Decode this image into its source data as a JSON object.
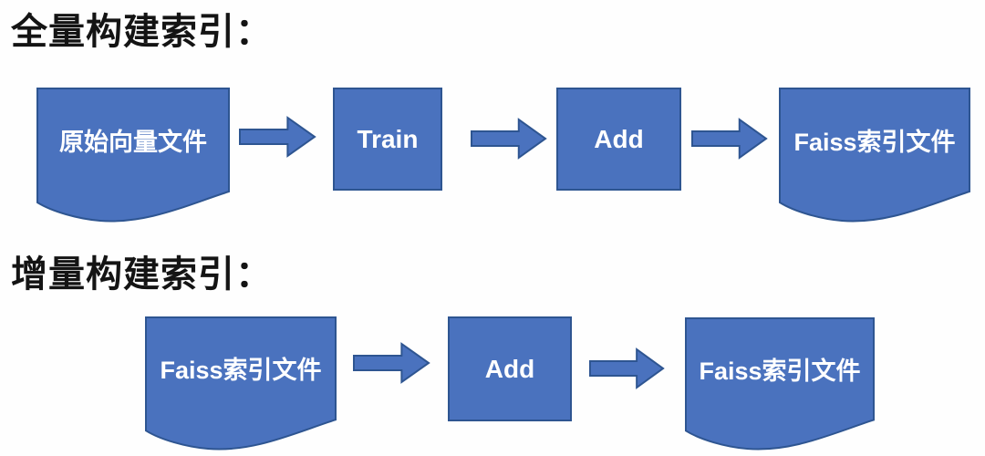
{
  "colors": {
    "background": "#fefefe",
    "shape_fill": "#4a72be",
    "shape_border": "#2e5591",
    "title_color": "#141414",
    "label_color": "#ffffff"
  },
  "diagram": {
    "sections": [
      {
        "title": "全量构建索引：",
        "nodes": [
          {
            "type": "document",
            "label": "原始向量文件"
          },
          {
            "type": "process",
            "label": "Train"
          },
          {
            "type": "process",
            "label": "Add"
          },
          {
            "type": "document",
            "label": "Faiss索引文件"
          }
        ]
      },
      {
        "title": "增量构建索引：",
        "nodes": [
          {
            "type": "document",
            "label": "Faiss索引文件"
          },
          {
            "type": "process",
            "label": "Add"
          },
          {
            "type": "document",
            "label": "Faiss索引文件"
          }
        ]
      }
    ]
  }
}
